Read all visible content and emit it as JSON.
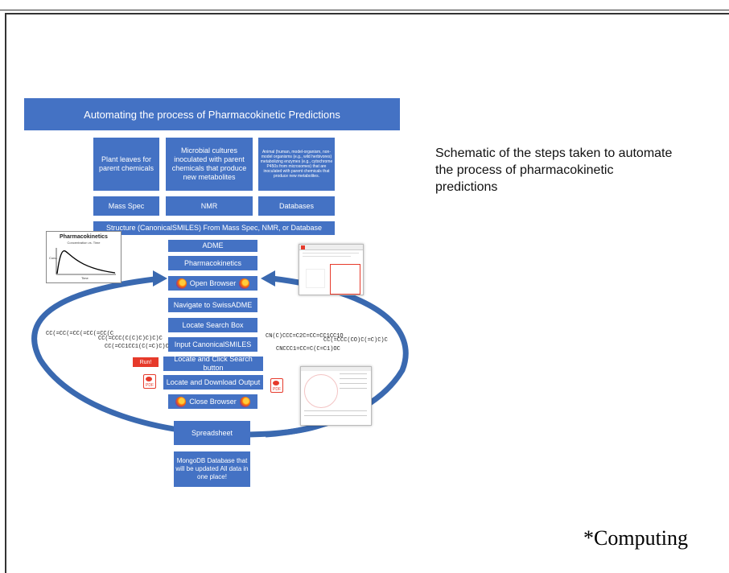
{
  "title": "Automating the process of Pharmacokinetic Predictions",
  "sources": [
    "Plant leaves for parent chemicals",
    "Microbial cultures inoculated with parent chemicals that produce new metabolites",
    "Animal (human, model-organism, non-model organisms (e.g., wild herbivores) metabolizing enzymes (e.g., cytochrome P450s from microsomes) that are inoculated with parent chemicals that produce new metabolites."
  ],
  "methods": [
    "Mass Spec",
    "NMR",
    "Databases"
  ],
  "structure": "Structure (CanonicalSMILES) From Mass Spec, NMR, or Database",
  "steps": {
    "adme": "ADME",
    "pharmacokinetics": "Pharmacokinetics",
    "open_browser": "Open Browser",
    "navigate": "Navigate to SwissADME",
    "locate_search": "Locate Search Box",
    "input_smiles": "Input CanonicalSMILES",
    "click_search": "Locate and Click Search button",
    "download": "Locate and Download Output",
    "close_browser": "Close Browser",
    "spreadsheet": "Spreadsheet",
    "mongodb": "MongoDB Database that will be updated All data in one place!"
  },
  "run_label": "Run!",
  "smiles": [
    "CC(=CC(=CC(=CC(=CC(C",
    "CC(=CCC(C(C)C)C)C)C",
    "CC(=CC1CC1(C(=C)C)C",
    "CN(C)CCC=C2C=CC=CC1CC1O",
    "CC(=CCC(CO)C(=C)C)C",
    "CNCCC1=CC=C(C=C1)OC"
  ],
  "pk_chart": {
    "title": "Pharmacokinetics",
    "subtitle": "Concentration vs. Time",
    "ylabel": "Conc.",
    "xlabel": "Time"
  },
  "pdf_label": "PDF",
  "caption": "Schematic of the steps taken to automate the process of pharmacokinetic predictions",
  "footer": "*Computing"
}
